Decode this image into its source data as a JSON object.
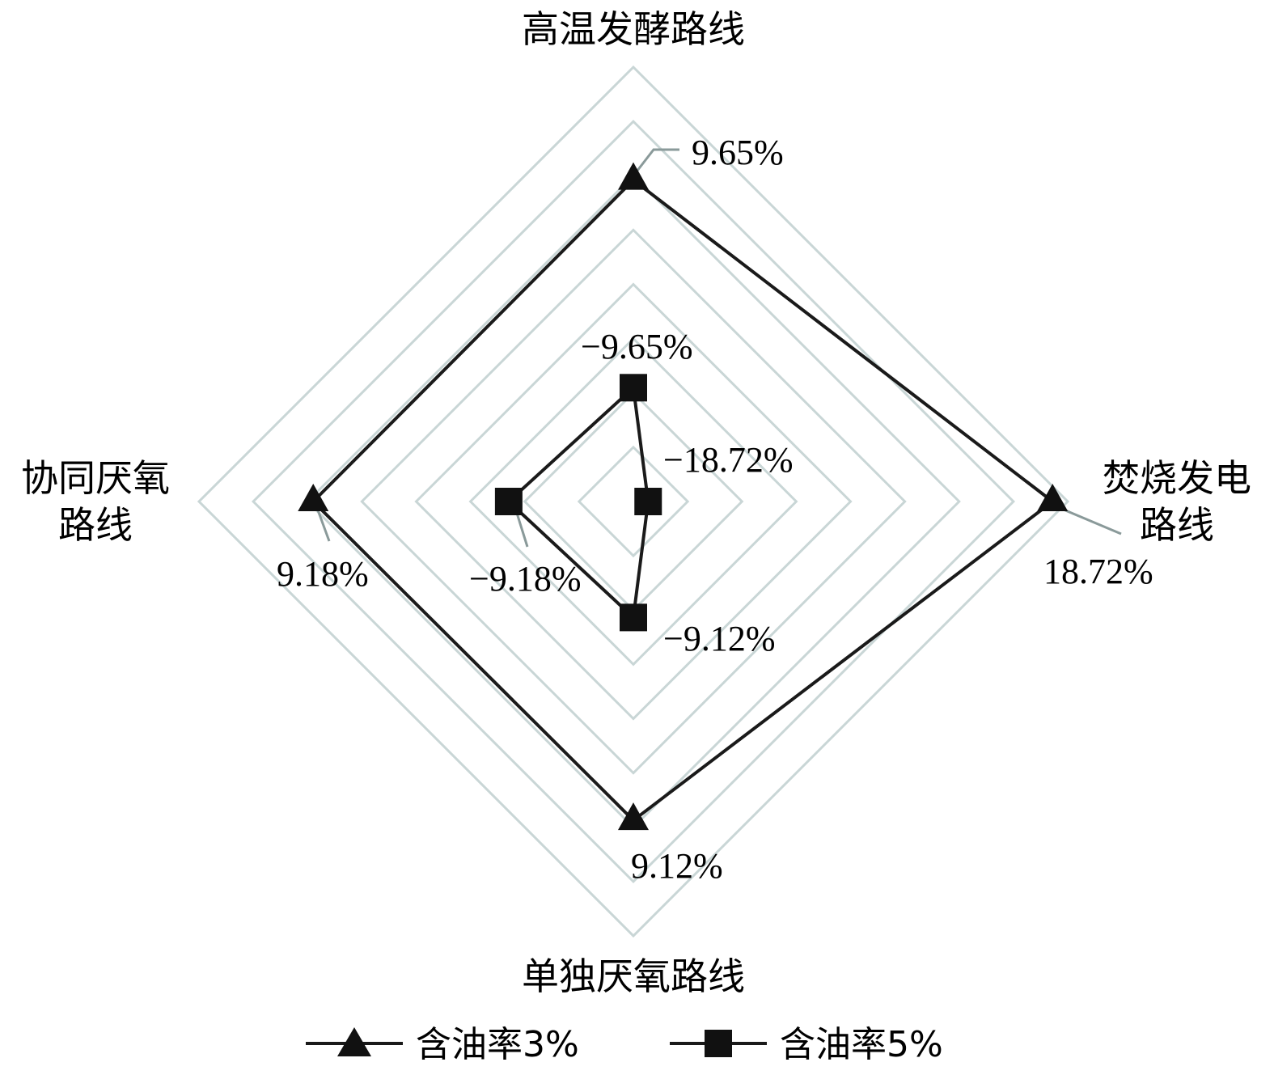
{
  "chart_data": {
    "type": "radar",
    "categories": [
      "高温发酵路线",
      "焚烧发电路线",
      "单独厌氧路线",
      "协同厌氧路线"
    ],
    "category_lines": [
      [
        "高温发酵路线"
      ],
      [
        "焚烧发电",
        "路线"
      ],
      [
        "单独厌氧路线"
      ],
      [
        "协同厌氧",
        "路线"
      ]
    ],
    "series": [
      {
        "name": "含油率3%",
        "marker": "triangle",
        "values": [
          9.65,
          18.72,
          9.12,
          9.18
        ],
        "labels": [
          "9.65%",
          "18.72%",
          "9.12%",
          "9.18%"
        ]
      },
      {
        "name": "含油率5%",
        "marker": "square",
        "values": [
          -9.65,
          -18.72,
          -9.12,
          -9.18
        ],
        "labels": [
          "−9.65%",
          "−18.72%",
          "−9.12%",
          "−9.18%"
        ]
      }
    ],
    "grid_rings": 8,
    "grid": true,
    "legend_position": "bottom",
    "colors": {
      "line": "#1a1a1a",
      "grid": "#c9d6d6",
      "leader": "#8a9a9a",
      "text": "#000000"
    }
  }
}
